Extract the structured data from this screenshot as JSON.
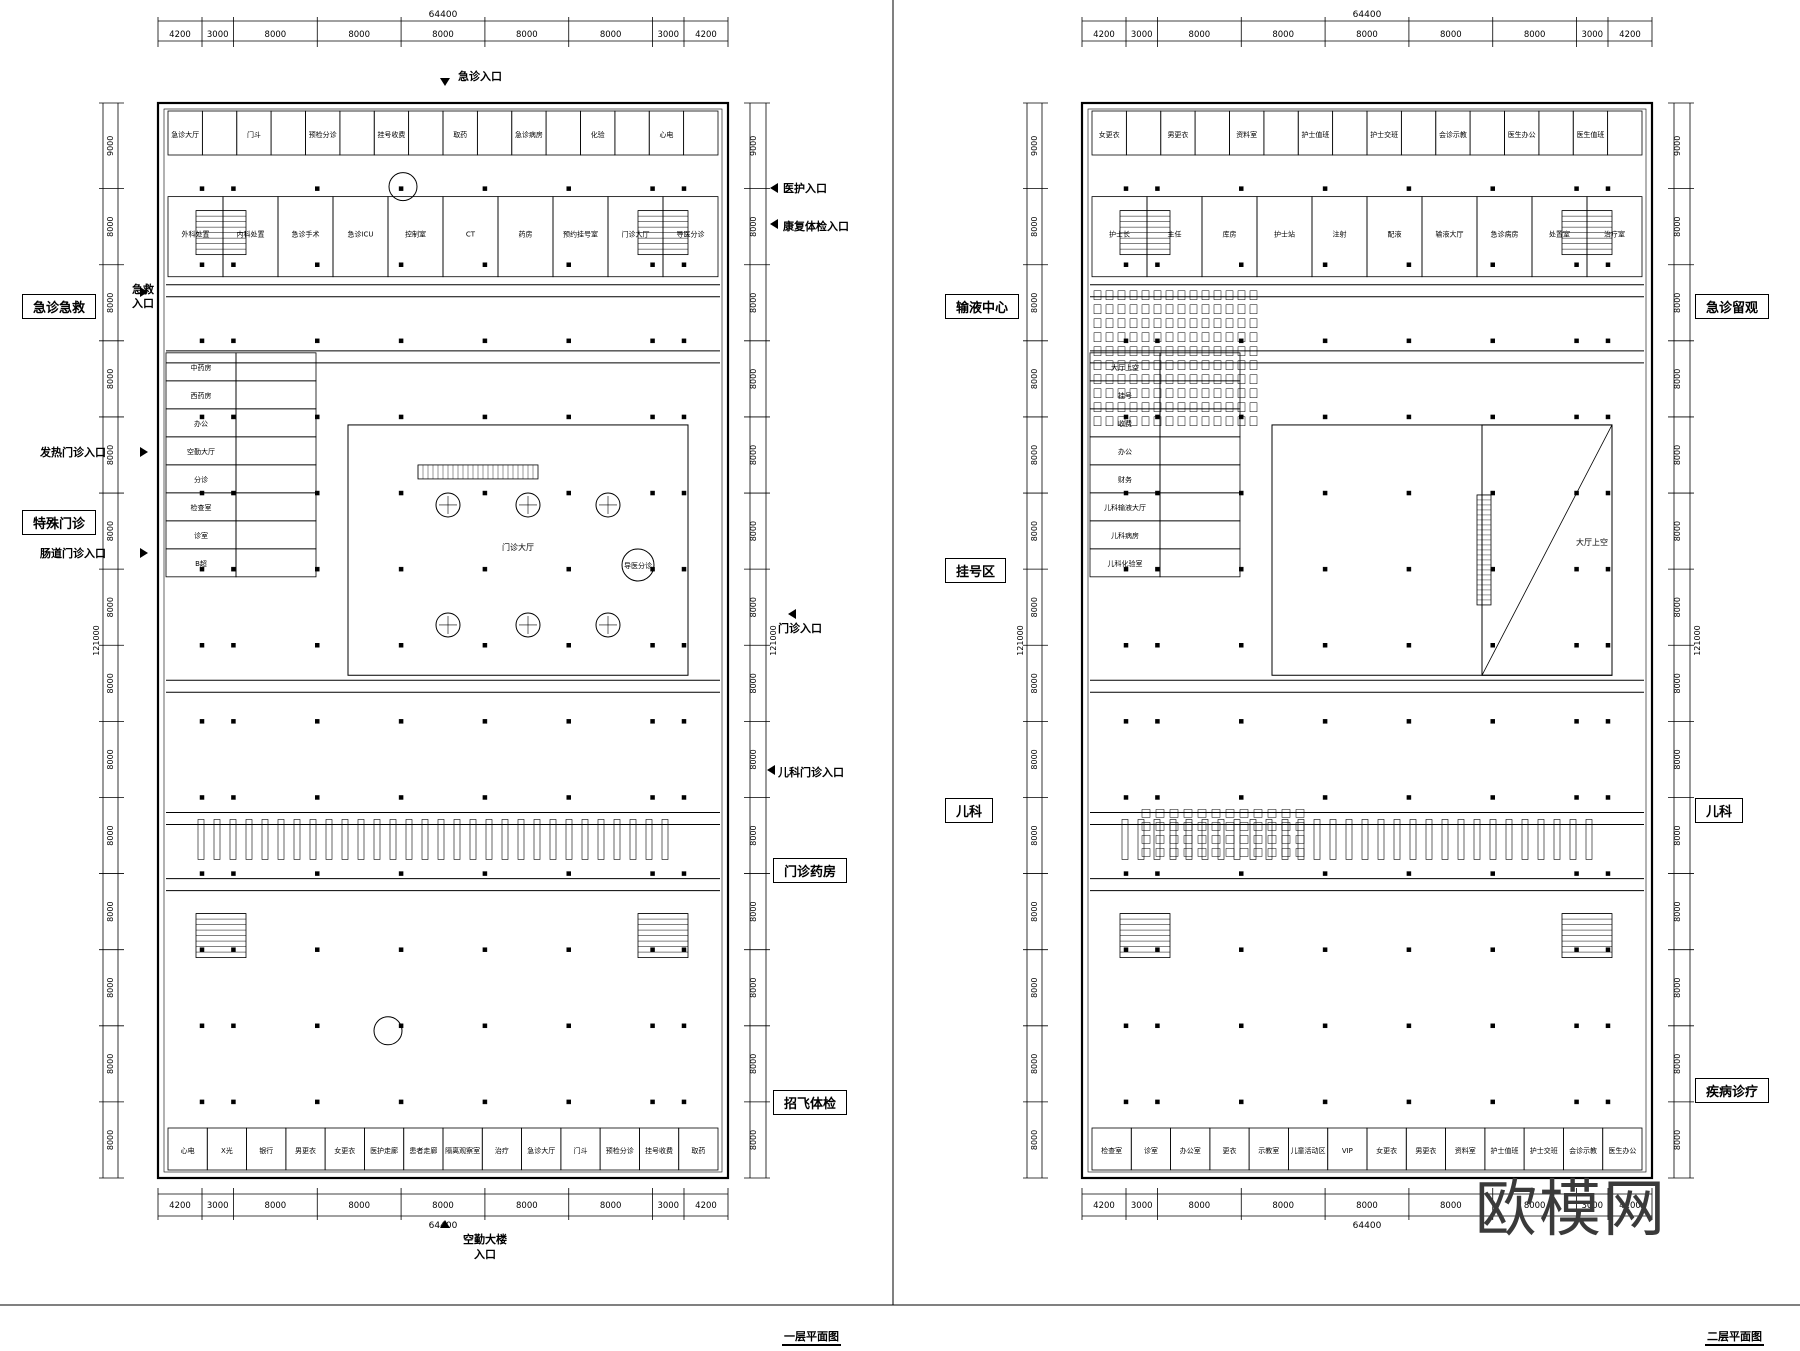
{
  "plans": [
    {
      "id": "floor1",
      "title": "一层平面图",
      "dims_top": [
        "4200",
        "3000",
        "8000",
        "8000",
        "8000",
        "8000",
        "8000",
        "3000",
        "4200"
      ],
      "total_width": "64400",
      "dims_left": [
        "9000",
        "8000",
        "8000",
        "8000",
        "8000",
        "8000",
        "8000",
        "8000",
        "8000",
        "8000",
        "8000",
        "8000",
        "8000",
        "8000"
      ],
      "total_height": "121000",
      "side_labels": [
        {
          "text": "急诊急救",
          "side": "left",
          "row": 0
        },
        {
          "text": "特殊门诊",
          "side": "left",
          "row": 1
        },
        {
          "text": "门诊药房",
          "side": "right",
          "row": 2
        },
        {
          "text": "招飞体检",
          "side": "right",
          "row": 3
        }
      ],
      "entries": [
        {
          "text": "急诊入口",
          "dir": "top"
        },
        {
          "text": "医护入口",
          "dir": "right"
        },
        {
          "text": "康复体检入口",
          "dir": "right"
        },
        {
          "text": "急救入口",
          "dir": "left"
        },
        {
          "text": "发热门诊入口",
          "dir": "left"
        },
        {
          "text": "肠道门诊入口",
          "dir": "left"
        },
        {
          "text": "门诊入口",
          "dir": "right"
        },
        {
          "text": "儿科门诊入口",
          "dir": "right"
        },
        {
          "text": "空勤大楼入口",
          "dir": "bottom"
        }
      ],
      "rooms": [
        "急诊大厅",
        "门斗",
        "预检分诊",
        "挂号收费",
        "取药",
        "急诊病房",
        "化验",
        "心电",
        "外科处置",
        "内科处置",
        "急诊手术",
        "急诊ICU",
        "控制室",
        "CT",
        "药房",
        "预约挂号室",
        "门诊大厅",
        "导医分诊",
        "中药房",
        "西药房",
        "办公",
        "空勤大厅",
        "分诊",
        "检查室",
        "诊室",
        "B超",
        "心电",
        "X光",
        "银行",
        "男更衣",
        "女更衣",
        "医护走廊",
        "患者走廊",
        "隔离观察室",
        "治疗"
      ]
    },
    {
      "id": "floor2",
      "title": "二层平面图",
      "dims_top": [
        "4200",
        "3000",
        "8000",
        "8000",
        "8000",
        "8000",
        "8000",
        "3000",
        "4200"
      ],
      "total_width": "64400",
      "dims_left": [
        "9000",
        "8000",
        "8000",
        "8000",
        "8000",
        "8000",
        "8000",
        "8000",
        "8000",
        "8000",
        "8000",
        "8000",
        "8000",
        "8000"
      ],
      "total_height": "121000",
      "side_labels": [
        {
          "text": "输液中心",
          "side": "left",
          "row": 0
        },
        {
          "text": "急诊留观",
          "side": "right",
          "row": 0
        },
        {
          "text": "挂号区",
          "side": "left",
          "row": 1
        },
        {
          "text": "儿科",
          "side": "left",
          "row": 2
        },
        {
          "text": "儿科",
          "side": "right",
          "row": 2
        },
        {
          "text": "疾病诊疗",
          "side": "right",
          "row": 3
        }
      ],
      "rooms": [
        "女更衣",
        "男更衣",
        "资料室",
        "护士值班",
        "护士交班",
        "会诊示教",
        "医生办公",
        "医生值班",
        "护士长",
        "主任",
        "库房",
        "护士站",
        "注射",
        "配液",
        "输液大厅",
        "急诊病房",
        "处置室",
        "治疗室",
        "大厅上空",
        "挂号",
        "收费",
        "办公",
        "财务",
        "儿科输液大厅",
        "儿科病房",
        "儿科化验室",
        "检查室",
        "诊室",
        "办公室",
        "更衣",
        "示教室",
        "儿童活动区",
        "VIP"
      ]
    }
  ],
  "watermark": "欧模网"
}
